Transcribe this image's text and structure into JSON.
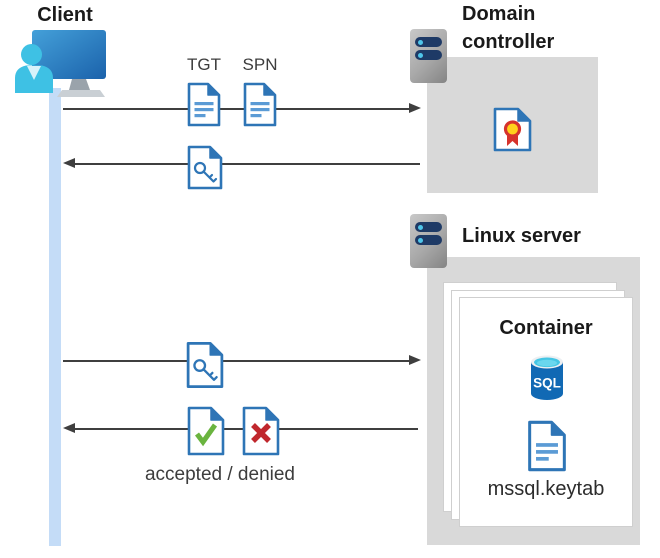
{
  "client": {
    "label": "Client"
  },
  "domain_controller": {
    "label": "Domain\ncontroller"
  },
  "linux_server": {
    "label": "Linux server"
  },
  "container": {
    "title": "Container",
    "sql_icon_label": "SQL",
    "keytab_label": "mssql.keytab"
  },
  "flow": {
    "tgt_label": "TGT",
    "spn_label": "SPN",
    "result_label": "accepted / denied"
  },
  "colors": {
    "document_blue": "#2e75b6",
    "document_line_blue": "#5b9bd5",
    "check_green": "#6ab43f",
    "cross_red": "#c0272d",
    "seal_yellow": "#ffd21c",
    "ribbon_red": "#d6332c",
    "server_bar_navy": "#1e3a66",
    "server_dot_cyan": "#4fc6ea",
    "zone_gray": "#d9d9d9",
    "arrow_gray": "#3f3f3f",
    "lifeline_blue": "#c4dcf7",
    "monitor_blue": "#1b62ab",
    "person_cyan": "#3ec1e4",
    "sql_body_blue": "#1169b4",
    "sql_top_cyan": "#45c6e4"
  }
}
